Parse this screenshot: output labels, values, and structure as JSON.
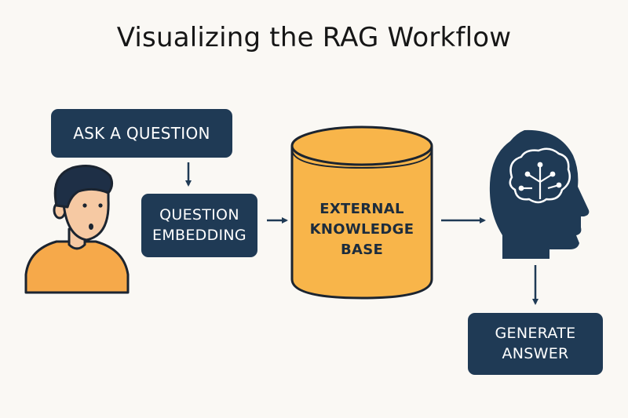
{
  "title": "Visualizing the RAG Workflow",
  "steps": {
    "ask": "ASK A QUESTION",
    "embedding": "QUESTION\nEMBEDDING",
    "knowledge_base": "EXTERNAL\nKNOWLEDGE\nBASE",
    "answer": "GENERATE\nANSWER"
  },
  "colors": {
    "background": "#faf8f4",
    "box": "#1f3a55",
    "database": "#f8b54a",
    "person_shirt": "#f6a94a",
    "person_skin": "#f6c9a3",
    "person_hair": "#1e2f46",
    "arrow": "#1f3a55"
  },
  "icons": [
    "person-icon",
    "database-icon",
    "brain-head-icon",
    "arrow-icon"
  ]
}
